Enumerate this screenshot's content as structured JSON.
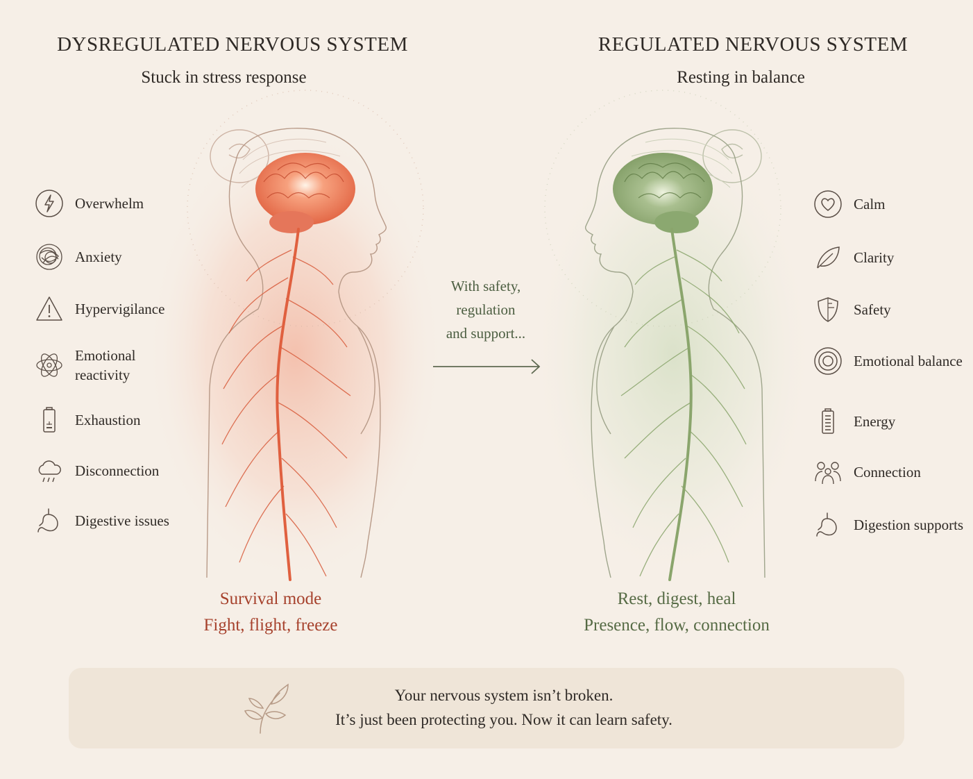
{
  "left": {
    "title": "DYSREGULATED NERVOUS SYSTEM",
    "subtitle": "Stuck in stress response",
    "items": [
      {
        "icon": "lightning-icon",
        "label": "Overwhelm"
      },
      {
        "icon": "tangle-icon",
        "label": "Anxiety"
      },
      {
        "icon": "warning-icon",
        "label": "Hypervigilance"
      },
      {
        "icon": "atom-icon",
        "label": "Emotional reactivity"
      },
      {
        "icon": "battery-low-icon",
        "label": "Exhaustion"
      },
      {
        "icon": "rain-cloud-icon",
        "label": "Disconnection"
      },
      {
        "icon": "stomach-icon",
        "label": "Digestive issues"
      }
    ],
    "caption_line1": "Survival mode",
    "caption_line2": "Fight, flight, freeze",
    "accent": "#e0603f",
    "caption_color": "#a6412c"
  },
  "middle": {
    "line1": "With safety,",
    "line2": "regulation",
    "line3": "and support..."
  },
  "right": {
    "title": "REGULATED NERVOUS SYSTEM",
    "subtitle": "Resting in balance",
    "items": [
      {
        "icon": "heart-icon",
        "label": "Calm"
      },
      {
        "icon": "leaf-icon",
        "label": "Clarity"
      },
      {
        "icon": "shield-icon",
        "label": "Safety"
      },
      {
        "icon": "concentric-circles-icon",
        "label": "Emotional balance"
      },
      {
        "icon": "battery-full-icon",
        "label": "Energy"
      },
      {
        "icon": "people-icon",
        "label": "Connection"
      },
      {
        "icon": "stomach-icon",
        "label": "Digestion supports"
      }
    ],
    "caption_line1": "Rest, digest, heal",
    "caption_line2": "Presence, flow, connection",
    "accent": "#8aa56c",
    "caption_color": "#566b45"
  },
  "footer": {
    "icon": "sprout-icon",
    "line1": "Your nervous system isn’t broken.",
    "line2": "It’s just been protecting you. Now it can learn safety."
  }
}
